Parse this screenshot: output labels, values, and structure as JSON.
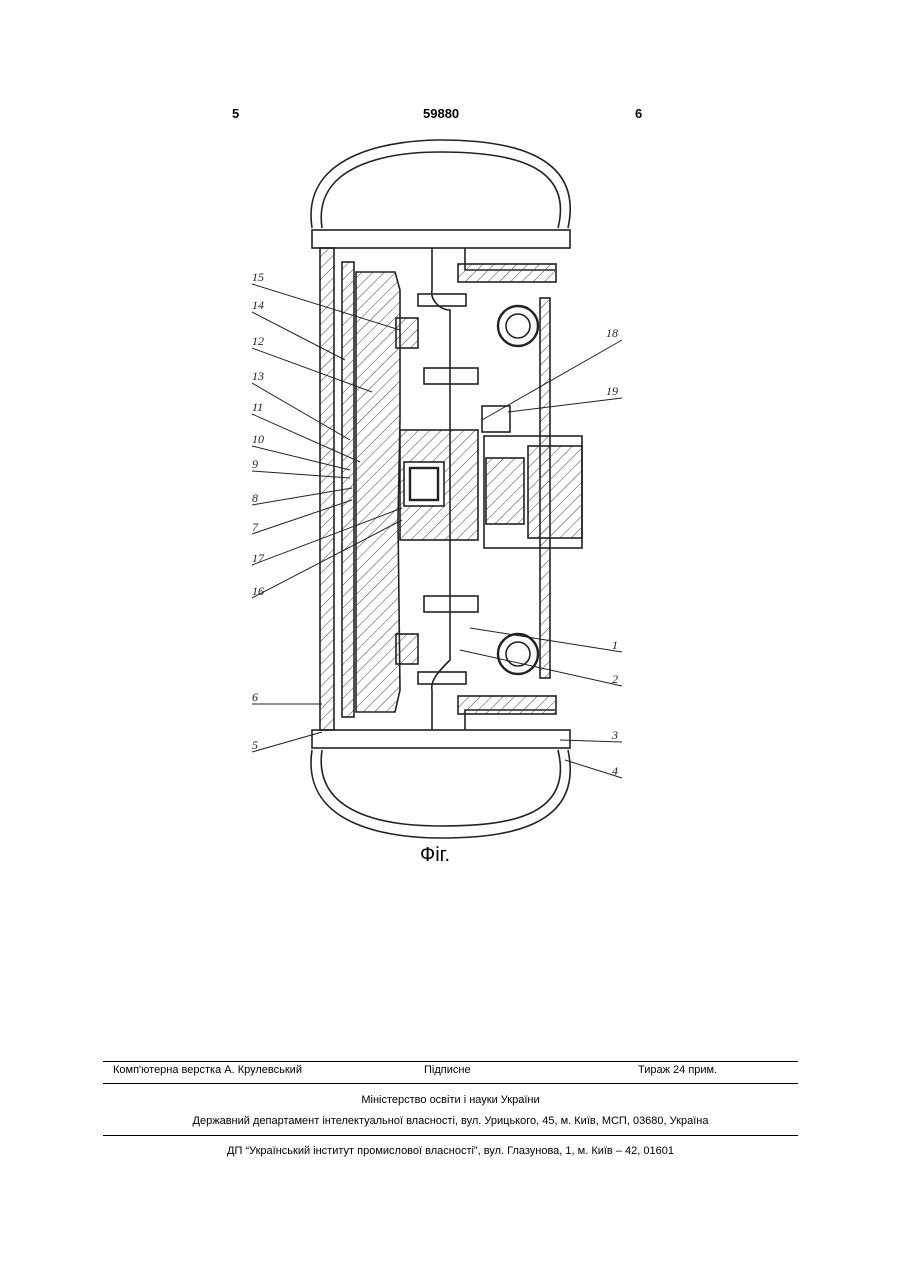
{
  "header": {
    "page_left": "5",
    "patent_number": "59880",
    "page_right": "6"
  },
  "figure": {
    "caption": "Фіг.",
    "callouts": [
      "15",
      "14",
      "12",
      "13",
      "11",
      "10",
      "9",
      "8",
      "7",
      "17",
      "16",
      "6",
      "5",
      "18",
      "19",
      "1",
      "2",
      "3",
      "4"
    ]
  },
  "imprint": {
    "layout": "Комп'ютерна верстка А. Крулевський",
    "signed": "Підписне",
    "circulation": "Тираж 24 прим."
  },
  "publisher": {
    "ministry": "Міністерство освіти і науки України",
    "department": "Державний департамент інтелектуальної власності, вул. Урицького, 45, м. Київ, МСП, 03680, Україна",
    "printer": "ДП “Український інститут промислової власності”, вул. Глазунова, 1, м. Київ – 42, 01601"
  }
}
